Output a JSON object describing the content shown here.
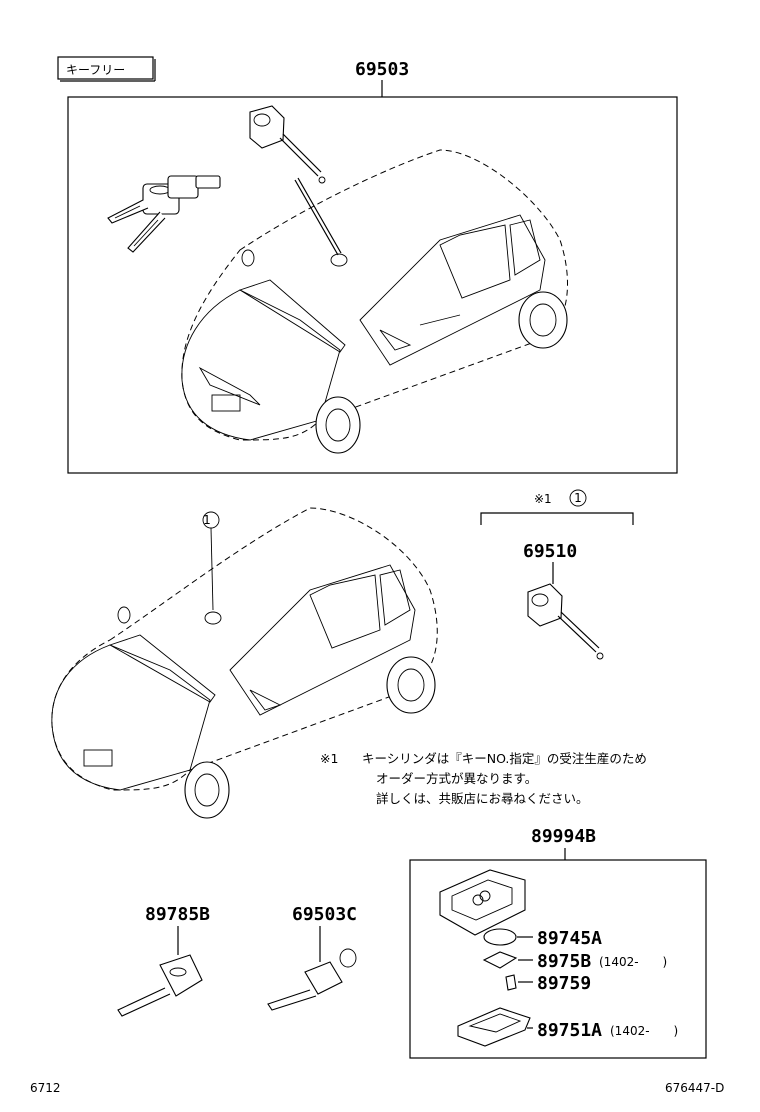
{
  "header": {
    "tag_label": "キーフリー",
    "main_part": "69503"
  },
  "detail": {
    "note_ref": "※1",
    "circled": "1",
    "part": "69510"
  },
  "callout": {
    "circled": "1"
  },
  "notes": {
    "marker": "※1",
    "line1": "キーシリンダは『キーNO.指定』の受注生産のため",
    "line2": "オーダー方式が異なります。",
    "line3": "詳しくは、共販店にお尋ねください。"
  },
  "keys": {
    "left_part": "89785B",
    "right_part": "69503C"
  },
  "remote": {
    "assembly": "89994B",
    "parts": [
      {
        "no": "89745A",
        "note": ""
      },
      {
        "no": "8975B",
        "note": "(1402-　　)"
      },
      {
        "no": "89759",
        "note": ""
      },
      {
        "no": "89751A",
        "note": "(1402-　　)"
      }
    ]
  },
  "footer": {
    "left_code": "6712",
    "right_code": "676447-D"
  }
}
